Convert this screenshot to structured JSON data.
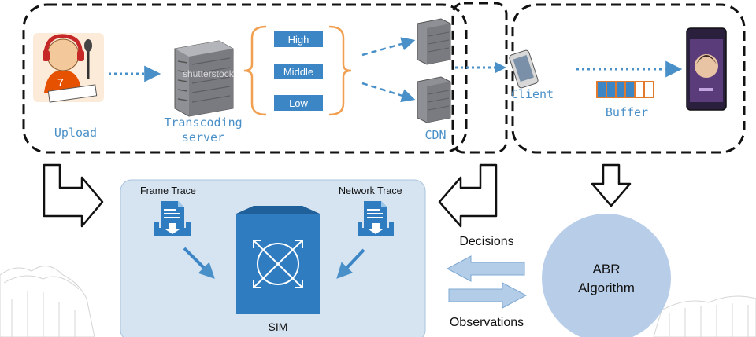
{
  "top": {
    "upload_label": "Upload",
    "server_label_1": "Transcoding",
    "server_label_2": "server",
    "qualities": [
      "High",
      "Middle",
      "Low"
    ],
    "cdn_label": "CDN",
    "client_label": "Client",
    "buffer_label": "Buffer",
    "buffer": {
      "filled_segments": 4,
      "total_segments": 6
    },
    "watermark": "shutterstock"
  },
  "bottom": {
    "frame_trace_label": "Frame Trace",
    "network_trace_label": "Network Trace",
    "sim_label": "SIM",
    "decisions_label": "Decisions",
    "observations_label": "Observations",
    "abr_label_1": "ABR",
    "abr_label_2": "Algorithm"
  },
  "colors": {
    "accent_blue": "#4a90c8",
    "bracket_orange": "#f0a050",
    "quality_box": "#3d86c6",
    "sim_panel": "#d6e4f2",
    "abr_circle": "#b8cde8"
  }
}
